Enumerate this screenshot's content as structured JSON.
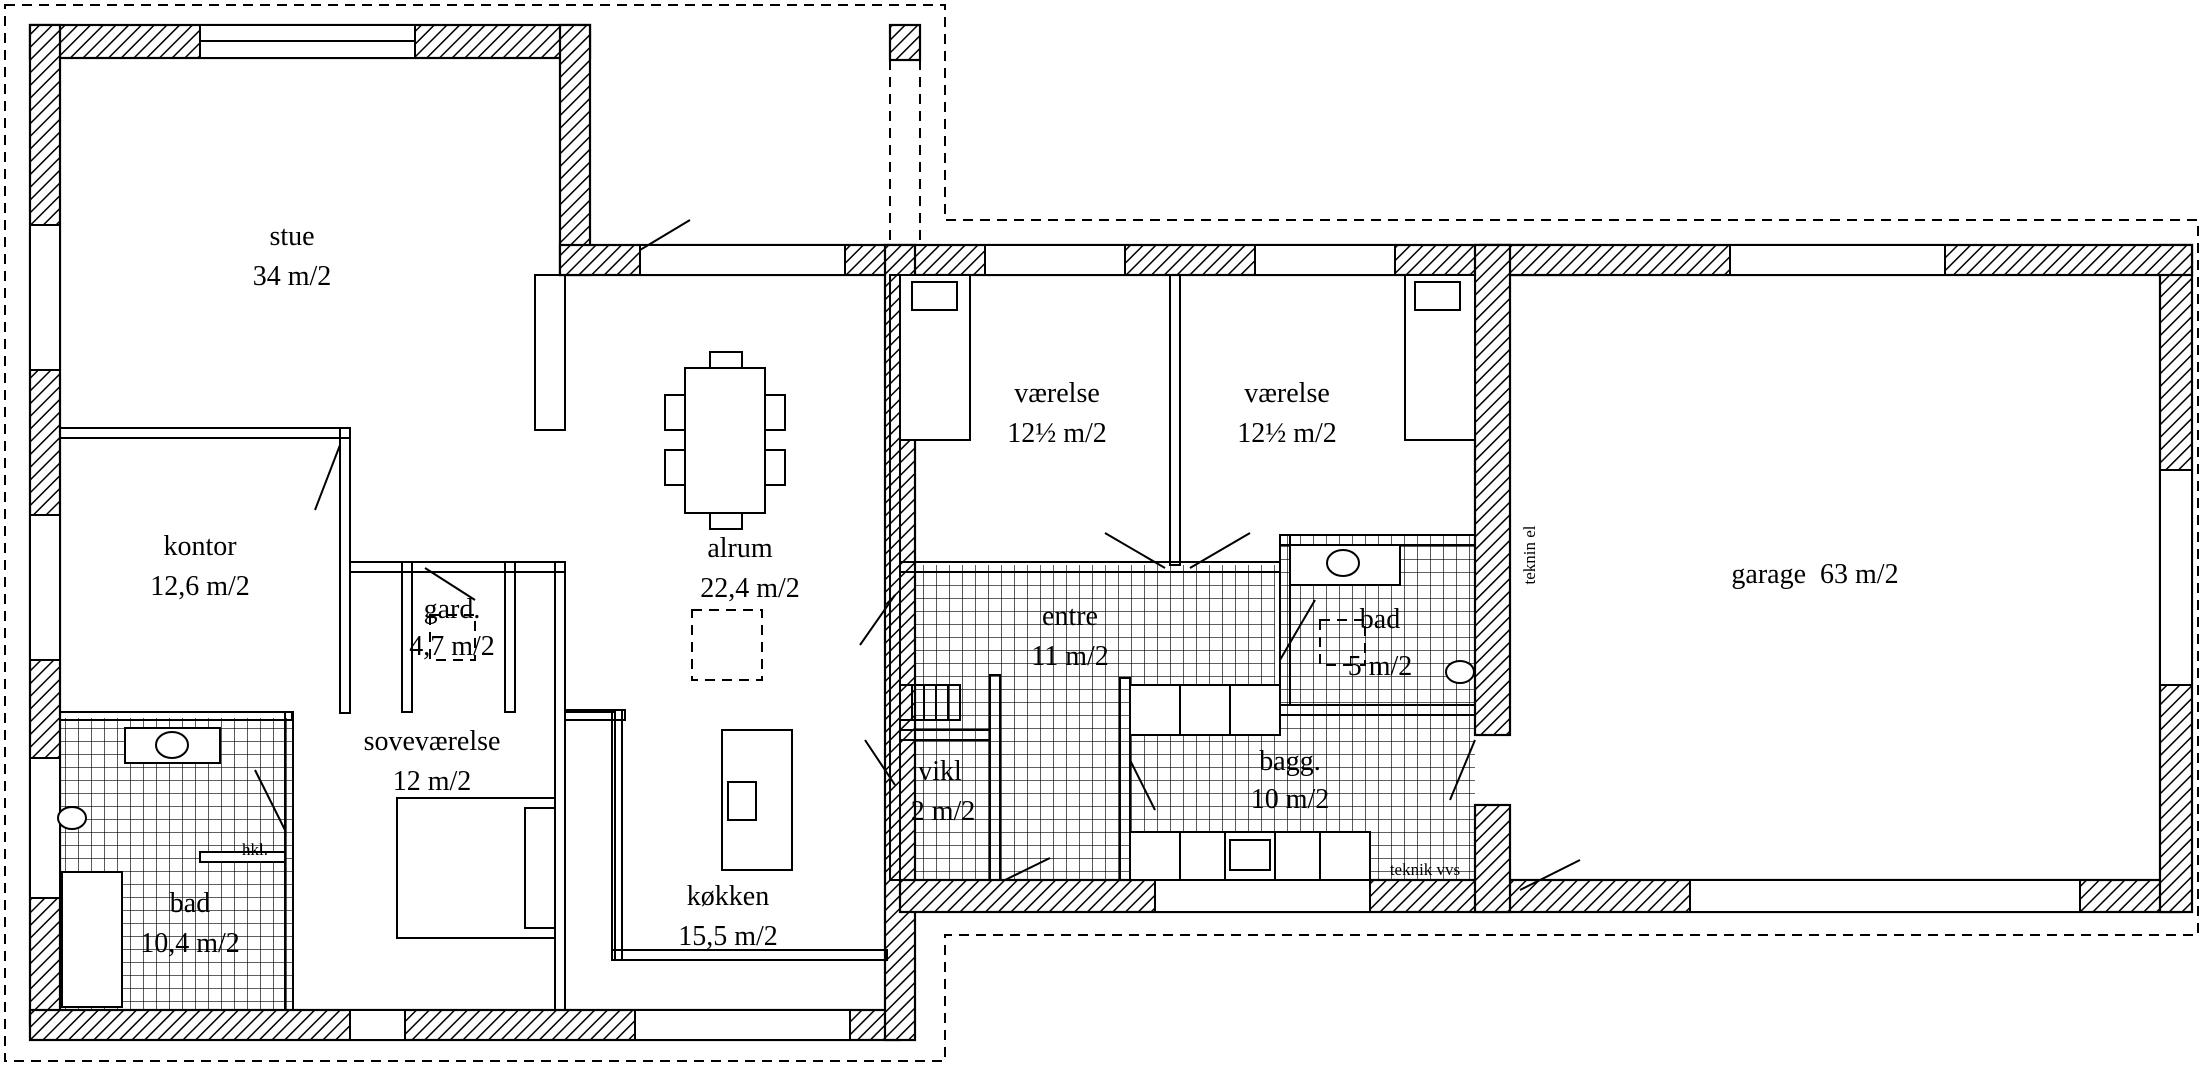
{
  "rooms": [
    {
      "id": "stue",
      "name": "stue",
      "area": "34 m/2"
    },
    {
      "id": "kontor",
      "name": "kontor",
      "area": "12,6 m/2"
    },
    {
      "id": "gard",
      "name": "gard.",
      "area": "4,7 m/2"
    },
    {
      "id": "sovevaerelse",
      "name": "soveværelse",
      "area": "12 m/2"
    },
    {
      "id": "bad1",
      "name": "bad",
      "area": "10,4 m/2"
    },
    {
      "id": "alrum",
      "name": "alrum",
      "area": "22,4 m/2"
    },
    {
      "id": "kokken",
      "name": "køkken",
      "area": "15,5 m/2"
    },
    {
      "id": "vaerelse1",
      "name": "værelse",
      "area": "12½ m/2"
    },
    {
      "id": "vaerelse2",
      "name": "værelse",
      "area": "12½ m/2"
    },
    {
      "id": "entre",
      "name": "entre",
      "area": "11 m/2"
    },
    {
      "id": "bad2",
      "name": "bad",
      "area": "5 m/2"
    },
    {
      "id": "vikl",
      "name": "vikl",
      "area": "2 m/2"
    },
    {
      "id": "bagg",
      "name": "bagg.",
      "area": "10 m/2"
    },
    {
      "id": "garage",
      "name": "garage  63 m/2",
      "area": ""
    }
  ],
  "labels": {
    "hkl": "hkl.",
    "teknik_el": "teknin el",
    "teknik_vvs": "teknik vvs"
  }
}
